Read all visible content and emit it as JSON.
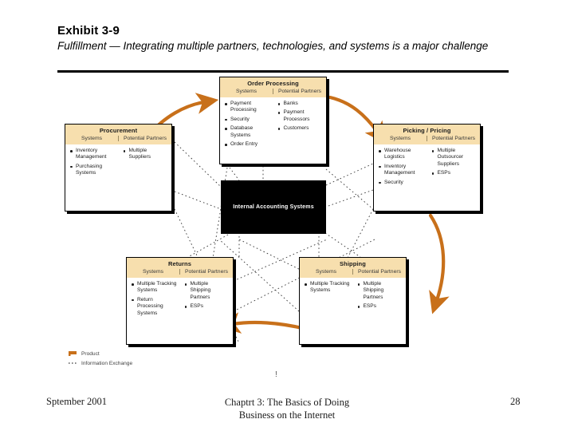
{
  "title": {
    "exhibit": "Exhibit 3-9",
    "subtitle": "Fulfillment — Integrating multiple partners, technologies, and systems is a major challenge"
  },
  "diagram": {
    "center_node": "Internal Accounting Systems",
    "column_headers": {
      "systems": "Systems",
      "partners": "Potential Partners"
    },
    "boxes": [
      {
        "id": "order-processing",
        "title": "Order Processing",
        "systems": [
          "Payment Processing",
          "Security",
          "Database Systems",
          "Order Entry"
        ],
        "partners": [
          "Banks",
          "Payment Processors",
          "Customers"
        ]
      },
      {
        "id": "procurement",
        "title": "Procurement",
        "systems": [
          "Inventory Management",
          "Purchasing Systems"
        ],
        "partners": [
          "Multiple Suppliers"
        ]
      },
      {
        "id": "picking-pricing",
        "title": "Picking / Pricing",
        "systems": [
          "Warehouse Logistics",
          "Inventory Management",
          "Security"
        ],
        "partners": [
          "Multiple Outsourcer Suppliers",
          "ESPs"
        ]
      },
      {
        "id": "returns",
        "title": "Returns",
        "systems": [
          "Multiple Tracking Systems",
          "Return Processing Systems"
        ],
        "partners": [
          "Multiple Shipping Partners",
          "ESPs"
        ]
      },
      {
        "id": "shipping",
        "title": "Shipping",
        "systems": [
          "Multiple Tracking Systems"
        ],
        "partners": [
          "Multiple Shipping Partners",
          "ESPs"
        ]
      }
    ],
    "legend": [
      {
        "icon": "product-arrow-icon",
        "label": "Product"
      },
      {
        "icon": "dotted-line-icon",
        "label": "Information Exchange"
      }
    ],
    "marker": "!"
  },
  "colors": {
    "header_fill": "#F7DFAE",
    "arrow": "#C8701A",
    "center_fill": "#000000",
    "text": "#1b1b1b"
  },
  "footer": {
    "date": "Sptember 2001",
    "center_line1": "Chaptrt 3: The Basics of Doing",
    "center_line2": "Business on the Internet",
    "page": "28"
  }
}
